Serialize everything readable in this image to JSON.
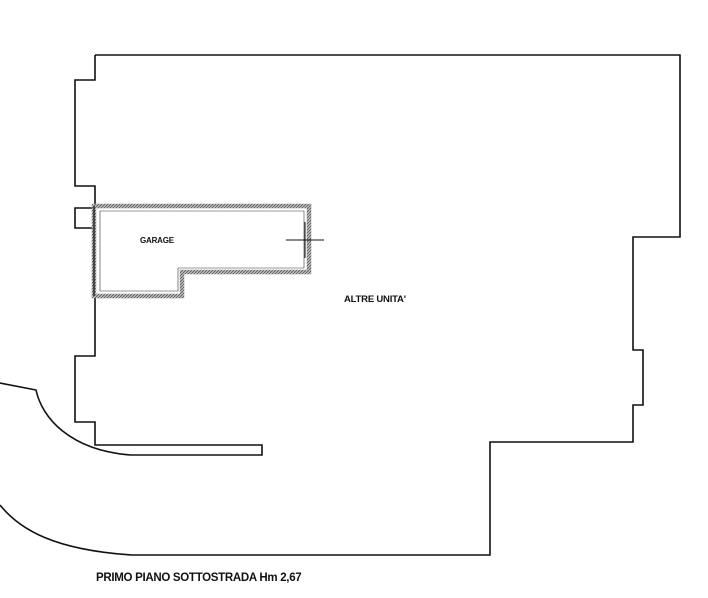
{
  "floorplan": {
    "rooms": [
      {
        "label": "GARAGE"
      },
      {
        "label": "ALTRE UNITA'"
      }
    ],
    "caption": "PRIMO PIANO SOTTOSTRADA Hm 2,67",
    "colors": {
      "ink": "#111111",
      "paper": "#ffffff",
      "garage_hatch": "#8a8a8a"
    }
  }
}
